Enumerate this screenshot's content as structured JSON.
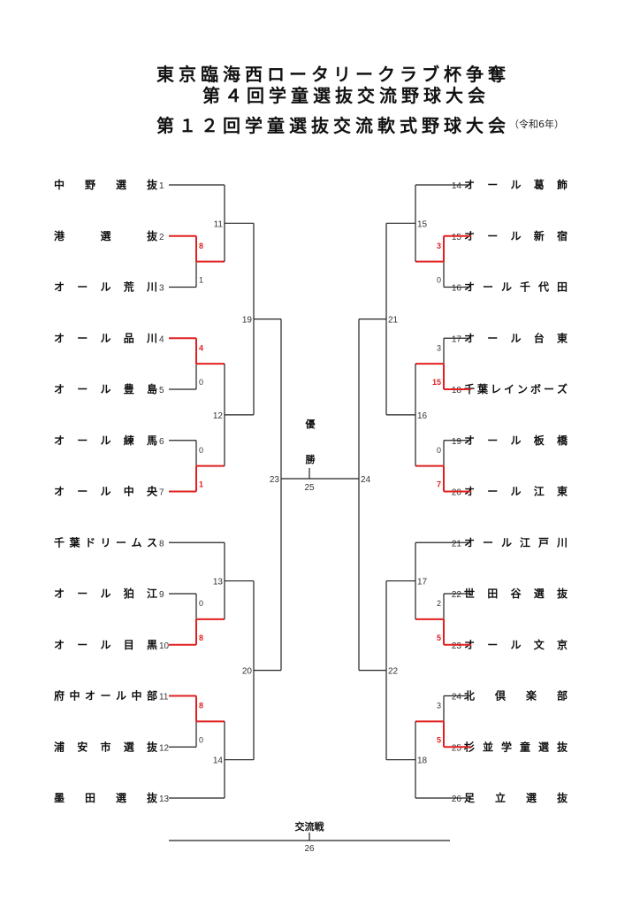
{
  "header": {
    "title_line1": "東京臨海西ロータリークラブ杯争奪",
    "title_line2": "第４回学童選抜交流野球大会",
    "title_line3": "第１２回学童選抜交流軟式野球大会",
    "era": "（令和6年）"
  },
  "colors": {
    "line": "#222222",
    "winner": "#e02020"
  },
  "final": {
    "label_chars": [
      "優",
      "勝"
    ],
    "match_no": "25",
    "left_match_no": "23",
    "right_match_no": "24"
  },
  "exchange": {
    "label": "交流戦",
    "match_no": "26"
  },
  "left": {
    "teams": [
      {
        "seed": "1",
        "name": [
          "中",
          "野",
          "選",
          "抜"
        ]
      },
      {
        "seed": "2",
        "name": [
          "港",
          "選",
          "抜"
        ]
      },
      {
        "seed": "3",
        "name": [
          "オ",
          "ー",
          "ル",
          "荒",
          "川"
        ]
      },
      {
        "seed": "4",
        "name": [
          "オ",
          "ー",
          "ル",
          "品",
          "川"
        ]
      },
      {
        "seed": "5",
        "name": [
          "オ",
          "ー",
          "ル",
          "豊",
          "島"
        ]
      },
      {
        "seed": "6",
        "name": [
          "オ",
          "ー",
          "ル",
          "練",
          "馬"
        ]
      },
      {
        "seed": "7",
        "name": [
          "オ",
          "ー",
          "ル",
          "中",
          "央"
        ]
      },
      {
        "seed": "8",
        "name": [
          "千",
          "葉",
          "ド",
          "リ",
          "ー",
          "ム",
          "ス"
        ]
      },
      {
        "seed": "9",
        "name": [
          "オ",
          "ー",
          "ル",
          "狛",
          "江"
        ]
      },
      {
        "seed": "10",
        "name": [
          "オ",
          "ー",
          "ル",
          "目",
          "黒"
        ]
      },
      {
        "seed": "11",
        "name": [
          "府",
          "中",
          "オ",
          "ー",
          "ル",
          "中",
          "部"
        ]
      },
      {
        "seed": "12",
        "name": [
          "浦",
          "安",
          "市",
          "選",
          "抜"
        ]
      },
      {
        "seed": "13",
        "name": [
          "墨",
          "田",
          "選",
          "抜"
        ]
      }
    ],
    "first_round": [
      {
        "teams": [
          2,
          3
        ],
        "scores": [
          "8",
          "1"
        ],
        "winner": 0
      },
      {
        "teams": [
          4,
          5
        ],
        "scores": [
          "4",
          "0"
        ],
        "winner": 0
      },
      {
        "teams": [
          6,
          7
        ],
        "scores": [
          "0",
          "1"
        ],
        "winner": 1
      },
      {
        "teams": [
          9,
          10
        ],
        "scores": [
          "0",
          "8"
        ],
        "winner": 1
      },
      {
        "teams": [
          11,
          12
        ],
        "scores": [
          "8",
          "0"
        ],
        "winner": 0
      }
    ],
    "matches": [
      {
        "no": "11"
      },
      {
        "no": "12"
      },
      {
        "no": "13"
      },
      {
        "no": "14"
      },
      {
        "no": "19"
      },
      {
        "no": "20"
      }
    ]
  },
  "right": {
    "teams": [
      {
        "seed": "14",
        "name": [
          "オ",
          "ー",
          "ル",
          "葛",
          "飾"
        ]
      },
      {
        "seed": "15",
        "name": [
          "オ",
          "ー",
          "ル",
          "新",
          "宿"
        ]
      },
      {
        "seed": "16",
        "name": [
          "オ",
          "ー",
          "ル",
          "千",
          "代",
          "田"
        ]
      },
      {
        "seed": "17",
        "name": [
          "オ",
          "ー",
          "ル",
          "台",
          "東"
        ]
      },
      {
        "seed": "18",
        "name": [
          "千",
          "葉",
          "レ",
          "イ",
          "ン",
          "ボ",
          "ー",
          "ズ"
        ]
      },
      {
        "seed": "19",
        "name": [
          "オ",
          "ー",
          "ル",
          "板",
          "橋"
        ]
      },
      {
        "seed": "20",
        "name": [
          "オ",
          "ー",
          "ル",
          "江",
          "東"
        ]
      },
      {
        "seed": "21",
        "name": [
          "オ",
          "ー",
          "ル",
          "江",
          "戸",
          "川"
        ]
      },
      {
        "seed": "22",
        "name": [
          "世",
          "田",
          "谷",
          "選",
          "抜"
        ]
      },
      {
        "seed": "23",
        "name": [
          "オ",
          "ー",
          "ル",
          "文",
          "京"
        ]
      },
      {
        "seed": "24",
        "name": [
          "北",
          "倶",
          "楽",
          "部"
        ]
      },
      {
        "seed": "25",
        "name": [
          "杉",
          "並",
          "学",
          "童",
          "選",
          "抜"
        ]
      },
      {
        "seed": "26",
        "name": [
          "足",
          "立",
          "選",
          "抜"
        ]
      }
    ],
    "first_round": [
      {
        "teams": [
          15,
          16
        ],
        "scores": [
          "3",
          "0"
        ],
        "winner": 0
      },
      {
        "teams": [
          17,
          18
        ],
        "scores": [
          "3",
          "15"
        ],
        "winner": 1
      },
      {
        "teams": [
          19,
          20
        ],
        "scores": [
          "0",
          "7"
        ],
        "winner": 1
      },
      {
        "teams": [
          22,
          23
        ],
        "scores": [
          "2",
          "5"
        ],
        "winner": 1
      },
      {
        "teams": [
          24,
          25
        ],
        "scores": [
          "3",
          "5"
        ],
        "winner": 1
      }
    ],
    "matches": [
      {
        "no": "15"
      },
      {
        "no": "16"
      },
      {
        "no": "17"
      },
      {
        "no": "18"
      },
      {
        "no": "21"
      },
      {
        "no": "22"
      }
    ]
  }
}
